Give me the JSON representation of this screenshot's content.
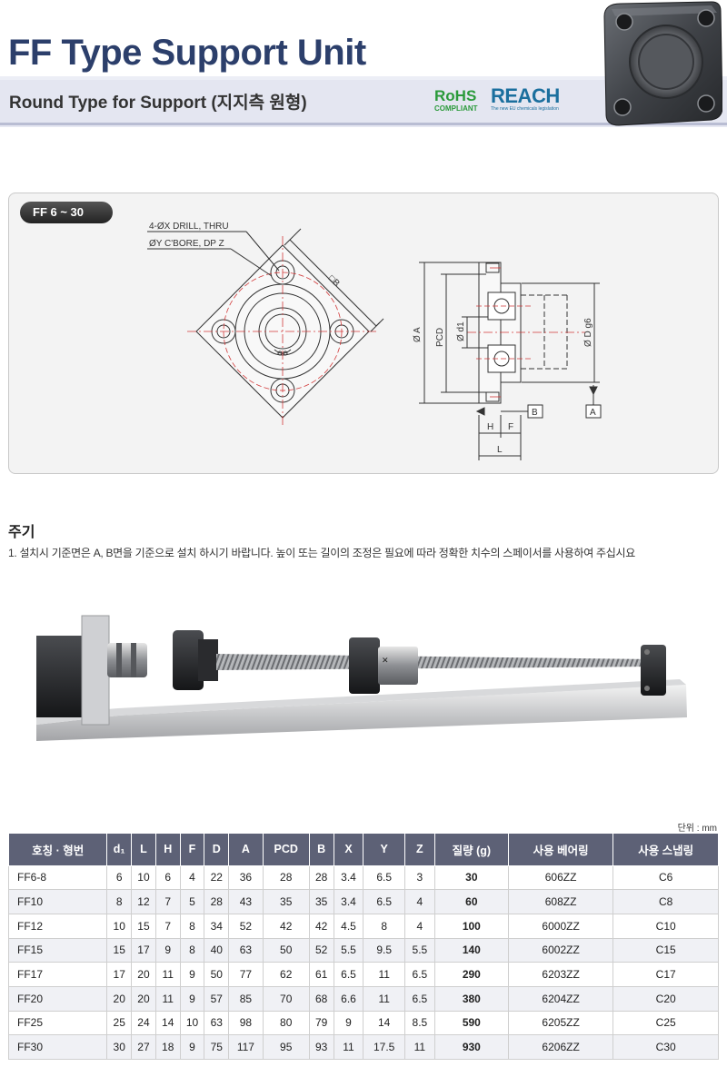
{
  "header": {
    "title": "FF Type Support Unit",
    "subtitle": "Round Type for Support (지지측 원형)",
    "rohs": {
      "main": "RoHS",
      "sub": "COMPLIANT"
    },
    "reach": {
      "main": "REACH",
      "sub": "The new EU chemicals legislation"
    }
  },
  "drawing": {
    "tag": "FF 6 ~ 30",
    "callout_1": "4-ØX DRILL, THRU",
    "callout_2": "ØY C'BORE, DP Z",
    "dim_b": "□B",
    "dim_a": "Ø A",
    "dim_pcd": "PCD",
    "dim_d1": "Ø d1",
    "dim_d": "Ø D g6",
    "dim_h": "H",
    "dim_f": "F",
    "dim_l": "L",
    "ref_b": "B",
    "ref_a": "A"
  },
  "notes": {
    "title": "주기",
    "item_1": "1. 설치시 기준면은 A, B면을 기준으로 설치 하시기 바랍니다. 높이 또는 길이의 조정은 필요에 따라 정확한 치수의 스페이서를 사용하여 주십시요"
  },
  "table": {
    "unit": "단위 : mm",
    "headers": [
      "호칭 · 형번",
      "d₁",
      "L",
      "H",
      "F",
      "D",
      "A",
      "PCD",
      "B",
      "X",
      "Y",
      "Z",
      "질량 (g)",
      "사용 베어링",
      "사용 스냅링"
    ],
    "rows": [
      [
        "FF6-8",
        "6",
        "10",
        "6",
        "4",
        "22",
        "36",
        "28",
        "28",
        "3.4",
        "6.5",
        "3",
        "30",
        "606ZZ",
        "C6"
      ],
      [
        "FF10",
        "8",
        "12",
        "7",
        "5",
        "28",
        "43",
        "35",
        "35",
        "3.4",
        "6.5",
        "4",
        "60",
        "608ZZ",
        "C8"
      ],
      [
        "FF12",
        "10",
        "15",
        "7",
        "8",
        "34",
        "52",
        "42",
        "42",
        "4.5",
        "8",
        "4",
        "100",
        "6000ZZ",
        "C10"
      ],
      [
        "FF15",
        "15",
        "17",
        "9",
        "8",
        "40",
        "63",
        "50",
        "52",
        "5.5",
        "9.5",
        "5.5",
        "140",
        "6002ZZ",
        "C15"
      ],
      [
        "FF17",
        "17",
        "20",
        "11",
        "9",
        "50",
        "77",
        "62",
        "61",
        "6.5",
        "11",
        "6.5",
        "290",
        "6203ZZ",
        "C17"
      ],
      [
        "FF20",
        "20",
        "20",
        "11",
        "9",
        "57",
        "85",
        "70",
        "68",
        "6.6",
        "11",
        "6.5",
        "380",
        "6204ZZ",
        "C20"
      ],
      [
        "FF25",
        "25",
        "24",
        "14",
        "10",
        "63",
        "98",
        "80",
        "79",
        "9",
        "14",
        "8.5",
        "590",
        "6205ZZ",
        "C25"
      ],
      [
        "FF30",
        "30",
        "27",
        "18",
        "9",
        "75",
        "117",
        "95",
        "93",
        "11",
        "17.5",
        "11",
        "930",
        "6206ZZ",
        "C30"
      ]
    ]
  },
  "colors": {
    "title": "#2c3f6b",
    "table_header": "#5d6176",
    "rohs": "#2a9a3a",
    "reach": "#1b6f9e",
    "center_line": "#d23a3a"
  }
}
